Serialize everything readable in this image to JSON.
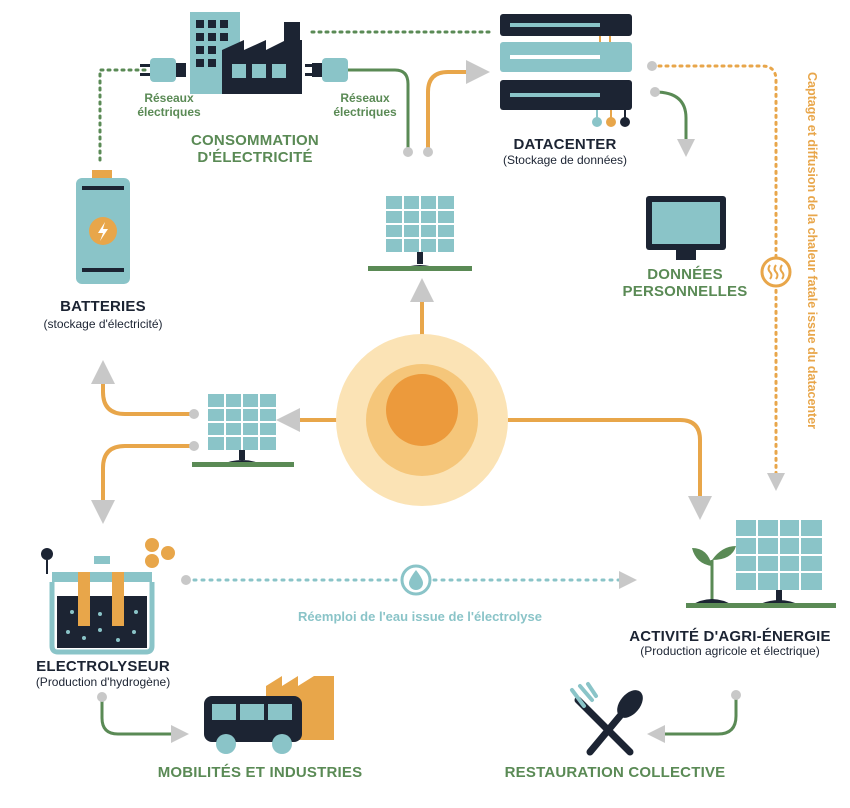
{
  "labels": {
    "reseaux_left": "Réseaux\nélectriques",
    "reseaux_right": "Réseaux\nélectriques",
    "consommation": "CONSOMMATION\nD'ÉLECTRICITÉ",
    "datacenter": "DATACENTER",
    "datacenter_sub": "(Stockage de données)",
    "donnees": "DONNÉES\nPERSONNELLES",
    "batteries": "BATTERIES",
    "batteries_sub": "(stockage d'électricité)",
    "heat": "Captage et diffusion de la chaleur fatale issue du datacenter",
    "water": "Réemploi de l'eau issue de l'électrolyse",
    "electrolyseur": "ELECTROLYSEUR",
    "electrolyseur_sub": "(Production d'hydrogène)",
    "agri": "ACTIVITÉ D'AGRI-ÉNERGIE",
    "agri_sub": "(Production agricole et électrique)",
    "mobilites": "MOBILITÉS ET INDUSTRIES",
    "restauration": "RESTAURATION COLLECTIVE"
  },
  "colors": {
    "orange": "#e8a64a",
    "green": "#5a8a55",
    "teal": "#8ac4c8",
    "navy": "#1c2433",
    "sun_outer": "#fbe3b5",
    "sun_mid": "#f5c67a",
    "sun_core": "#ec9a3c",
    "grey": "#c8c8c8"
  },
  "icons": [
    "factory-icon",
    "plug-icon",
    "server-rack-icon",
    "monitor-icon",
    "battery-icon",
    "solar-panel-icon",
    "sun-icon",
    "heat-icon",
    "water-drop-icon",
    "electrolyser-icon",
    "bus-icon",
    "fork-spoon-icon",
    "plant-icon"
  ]
}
